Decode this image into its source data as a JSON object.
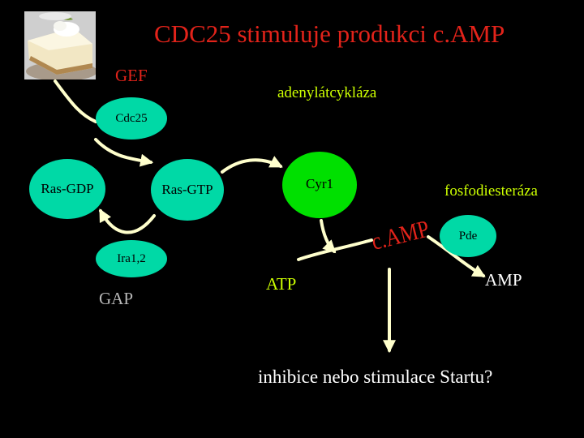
{
  "title": "CDC25 stimuluje produkci c.AMP",
  "labels": {
    "gef": "GEF",
    "adenylatcyklaza": "adenylátcykláza",
    "fosfodiesteraza": "fosfodiesteráza",
    "atp": "ATP",
    "amp": "AMP",
    "gap": "GAP",
    "question": "inhibice nebo stimulace Startu?"
  },
  "nodes": {
    "cdc25": "Cdc25",
    "ras_gdp": "Ras-GDP",
    "ras_gtp": "Ras-GTP",
    "cyr1": "Cyr1",
    "pde": "Pde",
    "ira": "Ira1,2"
  },
  "camp_label": "c.AMP",
  "colors": {
    "background": "#000000",
    "title": "#e2231a",
    "arrow": "#ffffcc",
    "node_cyan": "#00d9a6",
    "node_green": "#00e000",
    "label_yellow": "#ccff00"
  }
}
